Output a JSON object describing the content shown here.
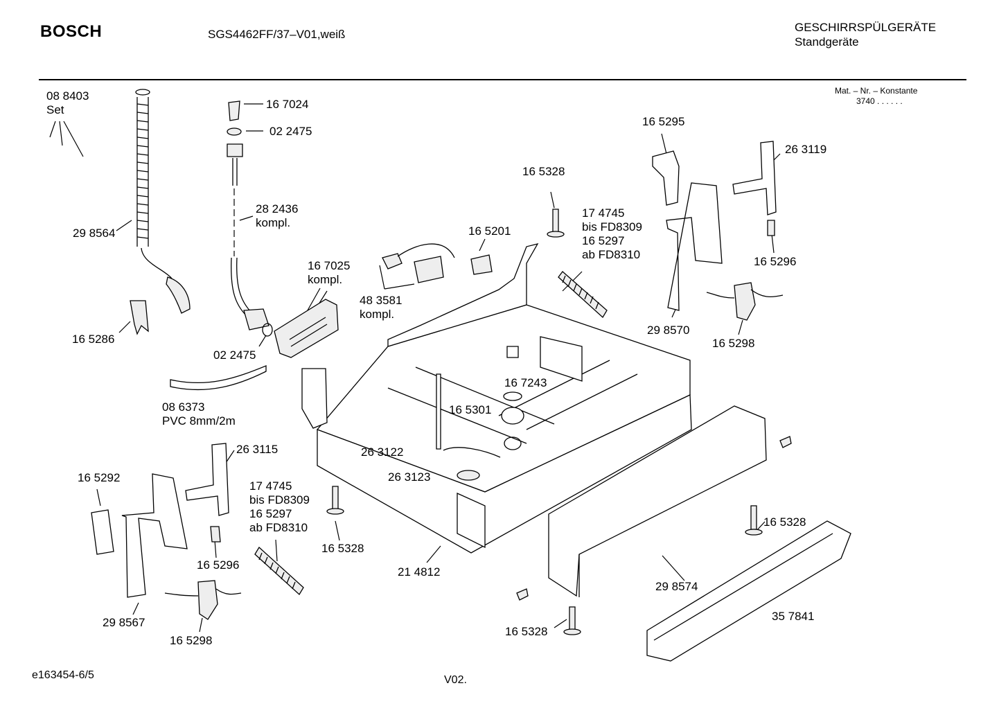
{
  "header": {
    "brand": "BOSCH",
    "model": "SGS4462FF/37–V01,weiß",
    "category": "GESCHIRRSPÜLGERÄTE",
    "subcategory": "Standgeräte",
    "constant_label": "Mat. – Nr. – Konstante",
    "constant_value": "3740  .  .   .  .  .  ."
  },
  "footer": {
    "doc_id": "e163454-6/5",
    "version": "V02."
  },
  "parts": [
    {
      "id": "p01",
      "lines": [
        "08 8403",
        "Set"
      ]
    },
    {
      "id": "p02",
      "lines": [
        "29 8564"
      ]
    },
    {
      "id": "p03",
      "lines": [
        "16 5286"
      ]
    },
    {
      "id": "p04",
      "lines": [
        "16 7024"
      ]
    },
    {
      "id": "p05",
      "lines": [
        "02 2475"
      ]
    },
    {
      "id": "p06",
      "lines": [
        "28 2436",
        "kompl."
      ]
    },
    {
      "id": "p07",
      "lines": [
        "16 7025",
        "kompl."
      ]
    },
    {
      "id": "p08",
      "lines": [
        "02 2475"
      ]
    },
    {
      "id": "p09",
      "lines": [
        "08 6373",
        "PVC 8mm/2m"
      ]
    },
    {
      "id": "p10",
      "lines": [
        "48 3581",
        "kompl."
      ]
    },
    {
      "id": "p11",
      "lines": [
        "16 5201"
      ]
    },
    {
      "id": "p12",
      "lines": [
        "16 5328"
      ]
    },
    {
      "id": "p13",
      "lines": [
        "17 4745",
        "bis FD8309",
        "16 5297",
        "ab FD8310"
      ]
    },
    {
      "id": "p14",
      "lines": [
        "16 5295"
      ]
    },
    {
      "id": "p15",
      "lines": [
        "26 3119"
      ]
    },
    {
      "id": "p16",
      "lines": [
        "16 5296"
      ]
    },
    {
      "id": "p17",
      "lines": [
        "29 8570"
      ]
    },
    {
      "id": "p18",
      "lines": [
        "16 5298"
      ]
    },
    {
      "id": "p19",
      "lines": [
        "16 7243"
      ]
    },
    {
      "id": "p20",
      "lines": [
        "16 5301"
      ]
    },
    {
      "id": "p21",
      "lines": [
        "26 3122"
      ]
    },
    {
      "id": "p22",
      "lines": [
        "26 3123"
      ]
    },
    {
      "id": "p23",
      "lines": [
        "26 3115"
      ]
    },
    {
      "id": "p24",
      "lines": [
        "16 5292"
      ]
    },
    {
      "id": "p25",
      "lines": [
        "17 4745",
        "bis FD8309",
        "16 5297",
        "ab FD8310"
      ]
    },
    {
      "id": "p26",
      "lines": [
        "16 5296"
      ]
    },
    {
      "id": "p27",
      "lines": [
        "29 8567"
      ]
    },
    {
      "id": "p28",
      "lines": [
        "16 5298"
      ]
    },
    {
      "id": "p29",
      "lines": [
        "16 5328"
      ]
    },
    {
      "id": "p30",
      "lines": [
        "21 4812"
      ]
    },
    {
      "id": "p31",
      "lines": [
        "16 5328"
      ]
    },
    {
      "id": "p32",
      "lines": [
        "29 8574"
      ]
    },
    {
      "id": "p33",
      "lines": [
        "35 7841"
      ]
    },
    {
      "id": "p34",
      "lines": [
        "16 5328"
      ]
    }
  ]
}
